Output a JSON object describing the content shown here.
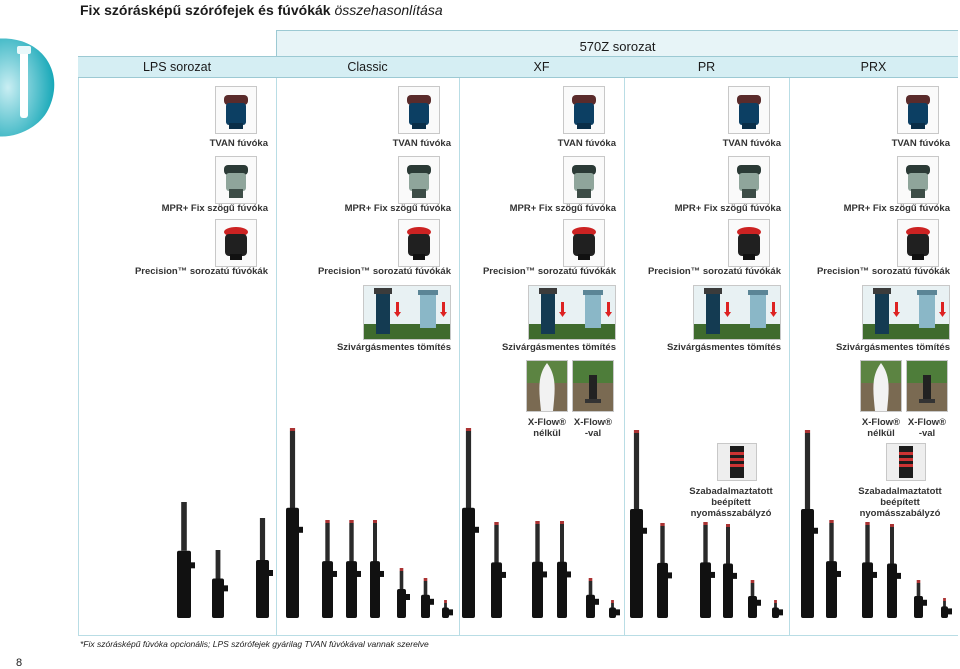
{
  "header": {
    "title_bold": "Fix szórásképű szórófejek és fúvókák",
    "title_italic": "összehasonlítása"
  },
  "table": {
    "group_header": "570Z sorozat",
    "columns": [
      "LPS sorozat",
      "Classic",
      "XF",
      "PR",
      "PRX"
    ],
    "rows": {
      "tvan": "TVAN fúvóka",
      "mpr": "MPR+ Fix szögű fúvóka",
      "precision": "Precision™ sorozatú fúvókák",
      "seal": "Szivárgásmentes tömítés",
      "xflow_without": [
        "X-Flow®",
        "nélkül"
      ],
      "xflow_with": [
        "X-Flow®",
        "-val"
      ],
      "pressure": [
        "Szabadalmaztatott",
        "beépített",
        "nyomásszabályzó"
      ]
    }
  },
  "footer": {
    "note": "*Fix szórásképű fúvóka opcionális; LPS szórófejek gyárilag TVAN fúvókával vannak szerelve",
    "page_number": "8"
  },
  "colors": {
    "header_light": "#e7f4f7",
    "header_row": "#d5eef3",
    "border": "#9cc9d3",
    "accent_teal": "#17a8b8"
  }
}
